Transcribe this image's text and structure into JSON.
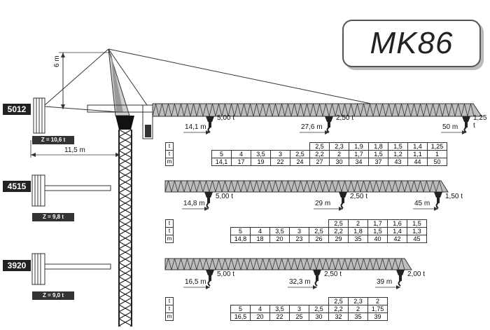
{
  "model": "MK86",
  "height_label": "6 m",
  "configs": [
    {
      "id": "5012",
      "counterweight": "Z = 10,6 t",
      "radius_label": "11,5 m",
      "points": [
        {
          "dist": "14,1 m",
          "load": "5,00 t"
        },
        {
          "dist": "27,6 m",
          "load": "2,50 t"
        },
        {
          "dist": "50 m",
          "load": "1,25 t"
        }
      ],
      "loads_t": [
        "2,5",
        "2,3",
        "1,9",
        "1,8",
        "1,5",
        "1,4",
        "1,25"
      ],
      "loads_t2": [
        "5",
        "4",
        "3,5",
        "3",
        "2,5",
        "2,2",
        "2",
        "1,7",
        "1,5",
        "1,2",
        "1,1",
        "1"
      ],
      "radii_m": [
        "14,1",
        "17",
        "19",
        "22",
        "24",
        "27",
        "30",
        "34",
        "37",
        "43",
        "44",
        "50"
      ]
    },
    {
      "id": "4515",
      "counterweight": "Z = 9,8 t",
      "points": [
        {
          "dist": "14,8 m",
          "load": "5,00 t"
        },
        {
          "dist": "29 m",
          "load": "2,50 t"
        },
        {
          "dist": "45 m",
          "load": "1,50 t"
        }
      ],
      "loads_t": [
        "2,5",
        "2",
        "1,7",
        "1,6",
        "1,5"
      ],
      "loads_t2": [
        "5",
        "4",
        "3,5",
        "3",
        "2,5",
        "2,2",
        "1,8",
        "1,5",
        "1,4",
        "1,3"
      ],
      "radii_m": [
        "14,8",
        "18",
        "20",
        "23",
        "26",
        "29",
        "35",
        "40",
        "42",
        "45"
      ]
    },
    {
      "id": "3920",
      "counterweight": "Z = 9,0 t",
      "points": [
        {
          "dist": "16,5 m",
          "load": "5,00 t"
        },
        {
          "dist": "32,3 m",
          "load": "2,50 t"
        },
        {
          "dist": "39 m",
          "load": "2,00 t"
        }
      ],
      "loads_t": [
        "2,5",
        "2,3",
        "2"
      ],
      "loads_t2": [
        "5",
        "4",
        "3,5",
        "3",
        "2,5",
        "2,2",
        "2",
        "1,75"
      ],
      "radii_m": [
        "16,5",
        "20",
        "22",
        "25",
        "30",
        "32",
        "35",
        "39"
      ]
    }
  ],
  "units": {
    "t": "t",
    "m": "m"
  }
}
